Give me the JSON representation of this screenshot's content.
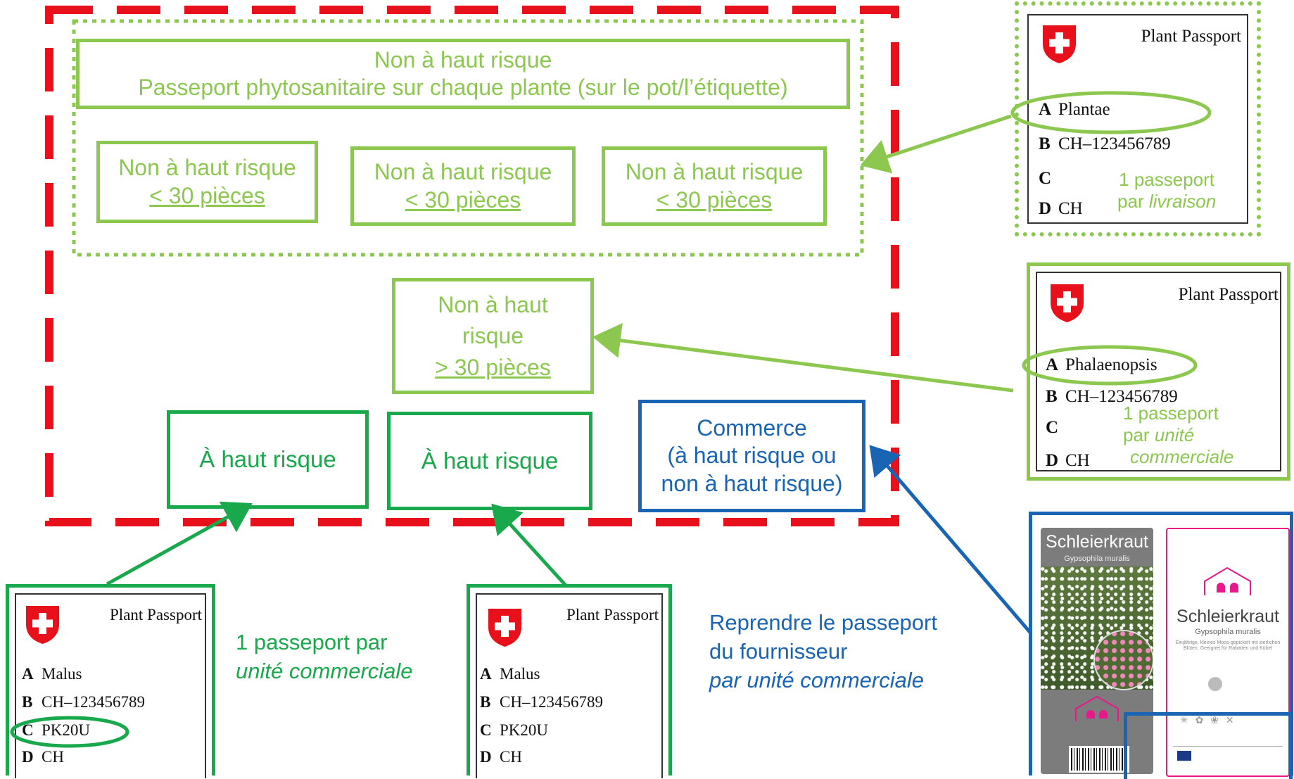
{
  "main_zone": {
    "top_box": {
      "line1": "Non à haut risque",
      "line2": "Passeport phytosanitaire sur chaque plante (sur le pot/l’étiquette)"
    },
    "small_boxes": [
      {
        "line1": "Non à haut risque",
        "line2": "< 30 pièces"
      },
      {
        "line1": "Non à haut risque",
        "line2": "< 30 pièces"
      },
      {
        "line1": "Non à haut risque",
        "line2": "< 30 pièces"
      }
    ],
    "middle_box": {
      "line1": "Non à haut",
      "line2": "risque",
      "line3": "> 30 pièces"
    },
    "high_risk_boxes": [
      {
        "label": "À haut risque"
      },
      {
        "label": "À haut risque"
      }
    ],
    "commerce_box": {
      "line1": "Commerce",
      "line2": "(à haut risque ou",
      "line3": "non à haut risque)"
    }
  },
  "passports": {
    "plantae": {
      "title": "Plant Passport",
      "a": "Plantae",
      "b": "CH–123456789",
      "c": "",
      "d": "CH",
      "note1": "1 passeport",
      "note2_prefix": "par ",
      "note2_italic": "livraison"
    },
    "phalaenopsis": {
      "title": "Plant Passport",
      "a": "Phalaenopsis",
      "b": "CH–123456789",
      "c": "",
      "d": "CH",
      "note1": "1 passeport",
      "note2_prefix": "par ",
      "note2_italic": "unité",
      "note3_italic": "commerciale"
    },
    "malus_left": {
      "title": "Plant Passport",
      "a": "Malus",
      "b": "CH–123456789",
      "c": "PK20U",
      "d": "CH"
    },
    "malus_right": {
      "title": "Plant Passport",
      "a": "Malus",
      "b": "CH–123456789",
      "c": "PK20U",
      "d": "CH"
    }
  },
  "row_letters": {
    "a": "A",
    "b": "B",
    "c": "C",
    "d": "D"
  },
  "annotations": {
    "green": {
      "line1": "1 passeport par",
      "line2": "unité commerciale"
    },
    "blue": {
      "line1": "Reprendre le passeport",
      "line2": "du fournisseur",
      "line3": "par unité commerciale"
    }
  },
  "labels": {
    "left": {
      "name": "Schleierkraut",
      "latin": "Gypsophila muralis"
    },
    "right": {
      "name": "Schleierkraut",
      "latin": "Gypsophila muralis",
      "desc": "Einjährige, kleines Moos-gepickelt mit zierlichen Blüten. Geeignet für Rabatten und Kübel"
    }
  },
  "colors": {
    "red": "#e8101a",
    "light_green": "#8cc850",
    "dark_green": "#1aa84c",
    "blue": "#1a64b4"
  }
}
